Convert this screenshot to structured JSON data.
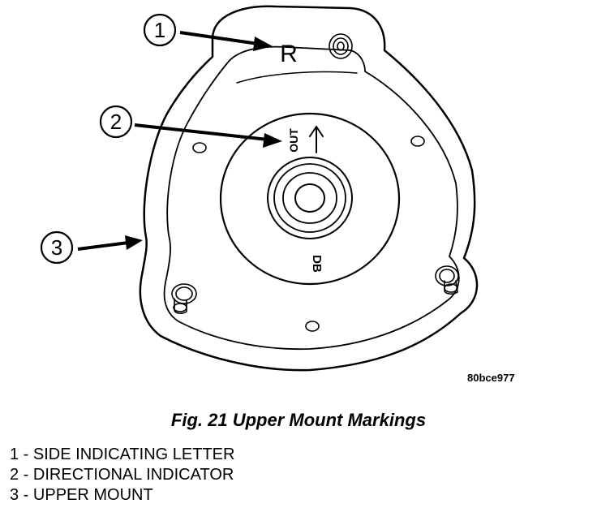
{
  "diagram": {
    "callouts": [
      "1",
      "2",
      "3"
    ],
    "side_letter": "R",
    "direction_text": "OUT",
    "part_mark": "DB"
  },
  "figure_code": "80bce977",
  "caption": "Fig. 21 Upper Mount Markings",
  "legend": [
    {
      "number": "1",
      "sep": " - ",
      "label": "SIDE INDICATING LETTER"
    },
    {
      "number": "2",
      "sep": " - ",
      "label": "DIRECTIONAL INDICATOR"
    },
    {
      "number": "3",
      "sep": " - ",
      "label": "UPPER MOUNT"
    }
  ]
}
